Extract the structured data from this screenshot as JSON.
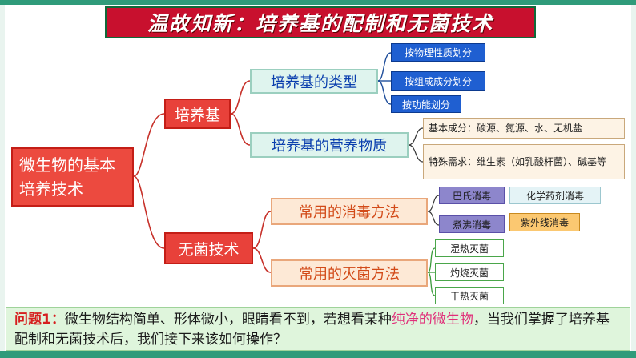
{
  "title": "温故知新：培养基的配制和无菌技术",
  "root": "微生物的基本培养技术",
  "branch_medium": {
    "label": "培养基",
    "types": {
      "label": "培养基的类型",
      "items": [
        "按物理性质划分",
        "按组成成分划分",
        "按功能划分"
      ]
    },
    "nutrients": {
      "label": "培养基的营养物质",
      "items": [
        "基本成分：碳源、氮源、水、无机盐",
        "特殊需求：维生素（如乳酸杆菌）、碱基等"
      ]
    }
  },
  "branch_aseptic": {
    "label": "无菌技术",
    "disinfection": {
      "label": "常用的消毒方法",
      "items": [
        "巴氏消毒",
        "化学药剂消毒",
        "煮沸消毒",
        "紫外线消毒"
      ]
    },
    "sterilization": {
      "label": "常用的灭菌方法",
      "items": [
        "湿热灭菌",
        "灼烧灭菌",
        "干热灭菌"
      ]
    }
  },
  "question": {
    "label": "问题1：",
    "text_before": "微生物结构简单、形体微小，眼睛看不到，若想看某种",
    "highlight": "纯净的微生物",
    "text_after": "，当我们掌握了培养基配制和无菌技术后，我们接下来该如何操作？"
  },
  "colors": {
    "title_bg": "#c8102e",
    "red_node": "#e8413a",
    "mint_node": "#dff4ee",
    "peach_node": "#fde9d6",
    "blue_leaf": "#1f5fd1",
    "question_bg": "#dff5dc",
    "highlight": "#e0307a"
  }
}
